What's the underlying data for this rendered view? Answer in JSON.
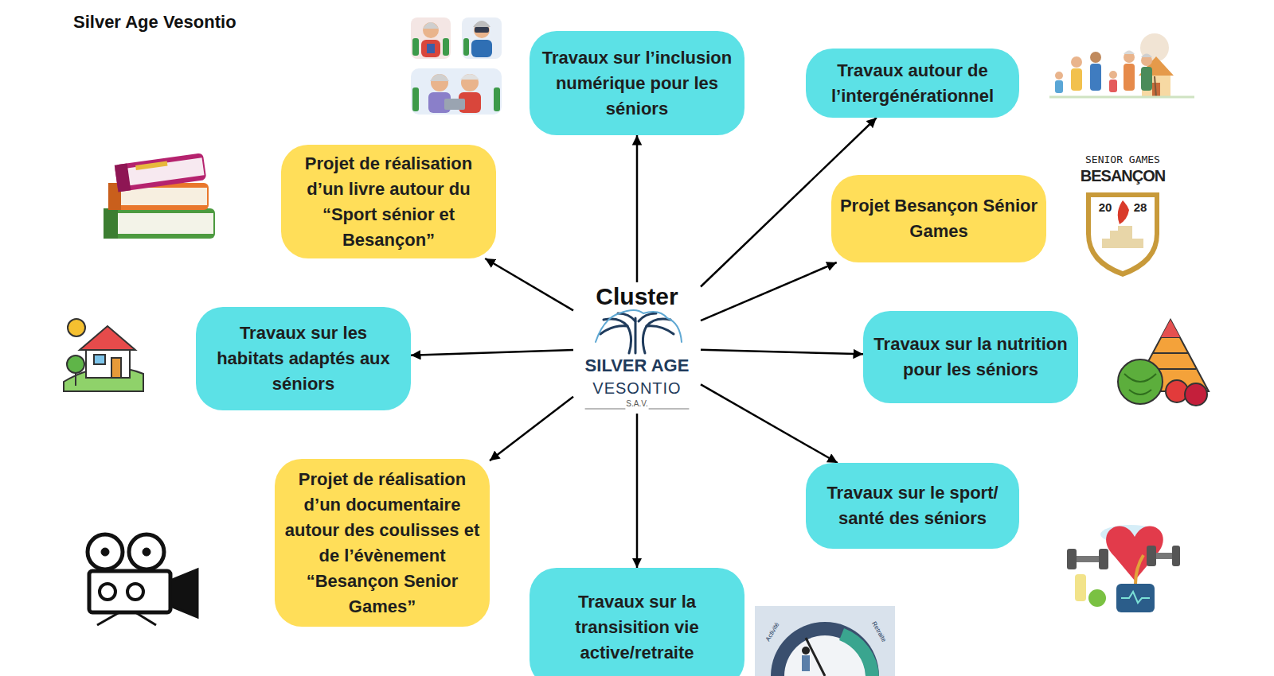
{
  "diagram": {
    "title": "Silver Age Vesontio",
    "nodes": [
      {
        "text": [
          "Travaux sur l’inclusion numérique pour les séniors"
        ]
      },
      {
        "text": [
          "Travaux autour de l’intergénérationnel"
        ]
      },
      {
        "text": [
          "Projet de réalisation d’un livre autour du “Sport sénior et Besançon”"
        ]
      },
      {
        "text": [
          "Projet Besançon Sénior Games"
        ]
      },
      {
        "text": [
          "Cluster",
          "SILVER AGE",
          "VESONTIO",
          "S.A.V."
        ]
      },
      {
        "text": [
          "Travaux sur les habitats adaptés aux séniors"
        ]
      },
      {
        "text": [
          "Travaux sur la nutrition pour les séniors"
        ]
      },
      {
        "text": [
          "Projet de réalisation d’un documentaire autour des coulisses et de l’évènement “Besançon Senior Games”"
        ]
      },
      {
        "text": [
          "Travaux sur le sport/ santé des séniors"
        ]
      },
      {
        "text": [
          "Travaux sur la transisition vie active/retraite"
        ]
      }
    ],
    "edges": [
      {
        "from": 4,
        "to": 0,
        "arrow": "to"
      },
      {
        "from": 4,
        "to": 1,
        "arrow": "to"
      },
      {
        "from": 4,
        "to": 2,
        "arrow": "to"
      },
      {
        "from": 4,
        "to": 3,
        "arrow": "to"
      },
      {
        "from": 4,
        "to": 5,
        "arrow": "to"
      },
      {
        "from": 4,
        "to": 6,
        "arrow": "to"
      },
      {
        "from": 4,
        "to": 7,
        "arrow": "to"
      },
      {
        "from": 4,
        "to": 8,
        "arrow": "to"
      },
      {
        "from": 4,
        "to": 9,
        "arrow": "to"
      }
    ],
    "labels": [
      "SENIOR GAMES",
      "BESANÇON",
      "20",
      "28",
      "Activité",
      "Retraite"
    ]
  }
}
